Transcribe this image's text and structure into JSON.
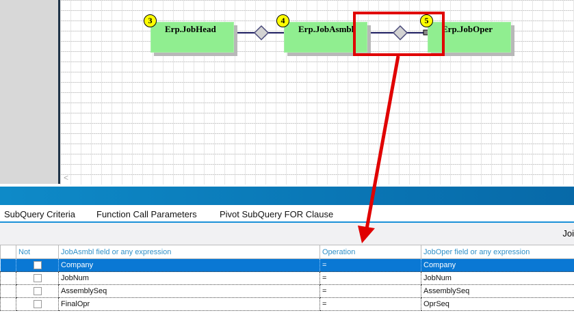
{
  "diagram": {
    "nodes": [
      {
        "num": "3",
        "label": "Erp.JobHead"
      },
      {
        "num": "4",
        "label": "Erp.JobAsmbl"
      },
      {
        "num": "5",
        "label": "Erp.JobOper"
      }
    ]
  },
  "tabs": [
    "SubQuery Criteria",
    "Function Call Parameters",
    "Pivot SubQuery FOR Clause"
  ],
  "toolbar": {
    "right_label": "Joi"
  },
  "grid": {
    "headers": [
      "Not",
      "JobAsmbl field or any expression",
      "Operation",
      "JobOper field or any expression"
    ],
    "rows": [
      [
        "Company",
        "=",
        "Company"
      ],
      [
        "JobNum",
        "=",
        "JobNum"
      ],
      [
        "AssemblySeq",
        "=",
        "AssemblySeq"
      ],
      [
        "FinalOpr",
        "=",
        "OprSeq"
      ]
    ]
  },
  "colors": {
    "accent": "#0a78d4",
    "highlight": "#e00000",
    "node": "#90ee90"
  }
}
